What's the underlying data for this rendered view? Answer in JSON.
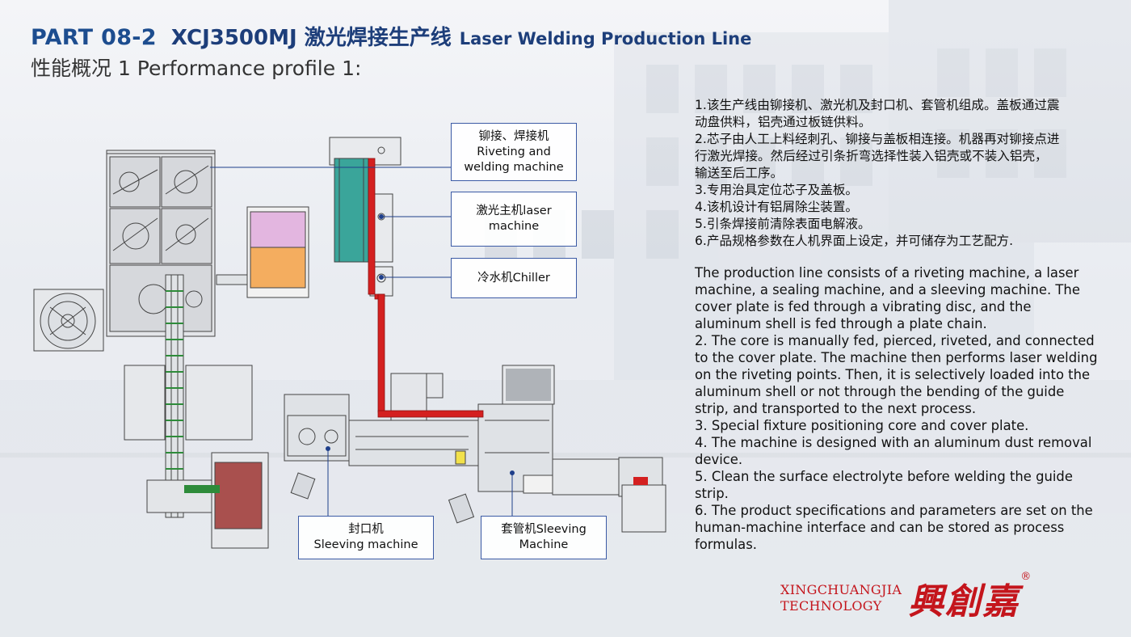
{
  "header": {
    "part": "PART 08-2",
    "model_cn": "XCJ3500MJ 激光焊接生产线",
    "title_en": "Laser Welding Production Line",
    "subtitle": "性能概况 1 Performance profile 1:"
  },
  "callouts": {
    "riveting": {
      "cn": "铆接、焊接机",
      "en1": "Riveting and",
      "en2": "welding machine"
    },
    "laser": {
      "cn": "激光主机laser",
      "en": "machine"
    },
    "chiller": {
      "label": "冷水机Chiller"
    },
    "sealing": {
      "cn": "封口机",
      "en": "Sleeving machine"
    },
    "sleeving": {
      "line1": "套管机Sleeving",
      "line2": "Machine"
    }
  },
  "description_cn": [
    "1.该生产线由铆接机、激光机及封口机、套管机组成。盖板通过震",
    "动盘供料，铝壳通过板链供料。",
    "2.芯子由人工上料经刺孔、铆接与盖板相连接。机器再对铆接点进",
    "行激光焊接。然后经过引条折弯选择性装入铝壳或不装入铝壳，",
    "输送至后工序。",
    "3.专用治具定位芯子及盖板。",
    "4.该机设计有铝屑除尘装置。",
    "5.引条焊接前清除表面电解液。",
    "6.产品规格参数在人机界面上设定，并可储存为工艺配方."
  ],
  "description_en": [
    "The production line consists of a riveting machine, a laser",
    "machine, a sealing machine, and a sleeving machine. The",
    "cover plate is fed through a vibrating disc, and the",
    "aluminum shell is fed through a plate chain.",
    "2. The core is manually fed, pierced, riveted, and connected",
    "to the cover plate. The machine then performs laser welding",
    "on the riveting points. Then, it is selectively loaded into the",
    "aluminum shell or not through the bending of the guide",
    "strip, and transported to the next process.",
    "3. Special fixture positioning core and cover plate.",
    "4. The machine is designed with an aluminum dust removal",
    "device.",
    "5. Clean the surface electrolyte before welding the guide",
    "strip.",
    "6. The product specifications and parameters are set on the",
    "human-machine interface and can be stored as process",
    "formulas."
  ],
  "logo": {
    "en1": "XINGCHUANGJIA",
    "en2": "TECHNOLOGY",
    "cn": "興創嘉",
    "reg": "®"
  },
  "colors": {
    "title_blue": "#1d4d8f",
    "callout_border": "#3b5aa5",
    "duct_red": "#d42020",
    "laser_green": "#3aa59a",
    "brand_red": "#c4151c"
  }
}
